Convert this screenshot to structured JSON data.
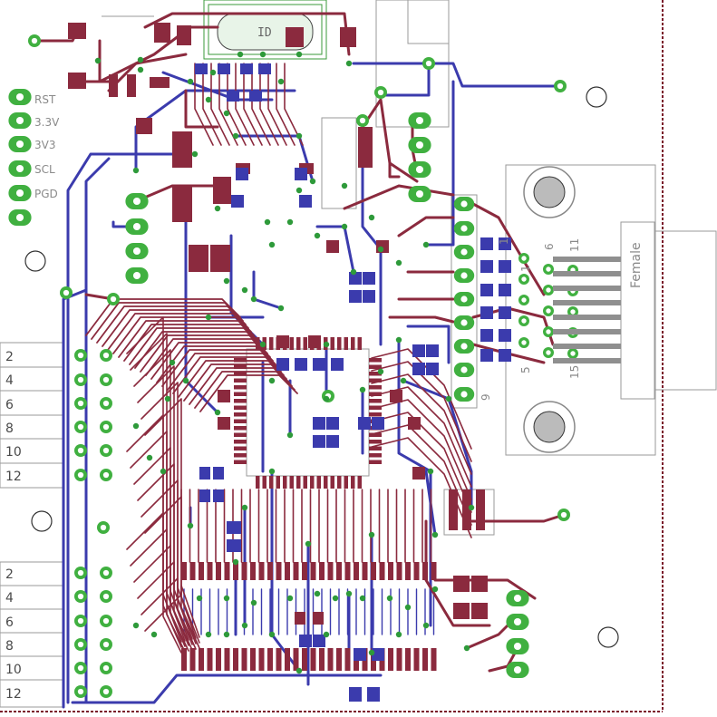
{
  "colors": {
    "background": "#ffffff",
    "top_copper": "#8b2a3e",
    "bottom_copper": "#3b3bad",
    "pad_green": "#40b040",
    "silkscreen": "#9a9a9a",
    "border": "#7a1a2a"
  },
  "header_left": {
    "labels": [
      "RST",
      "3.3V",
      "3V3",
      "SCL",
      "PGD"
    ]
  },
  "connector_top": {
    "pins": [
      "2",
      "4",
      "6",
      "8",
      "10",
      "12"
    ]
  },
  "connector_bottom": {
    "pins": [
      "2",
      "4",
      "6",
      "8",
      "10",
      "12"
    ]
  },
  "dsub": {
    "gender_label": "Female",
    "pin_numbers": [
      "1",
      "5",
      "6",
      "11",
      "15"
    ],
    "header_pins": [
      "1",
      "9"
    ]
  },
  "crystal": {
    "mark": "ID"
  }
}
